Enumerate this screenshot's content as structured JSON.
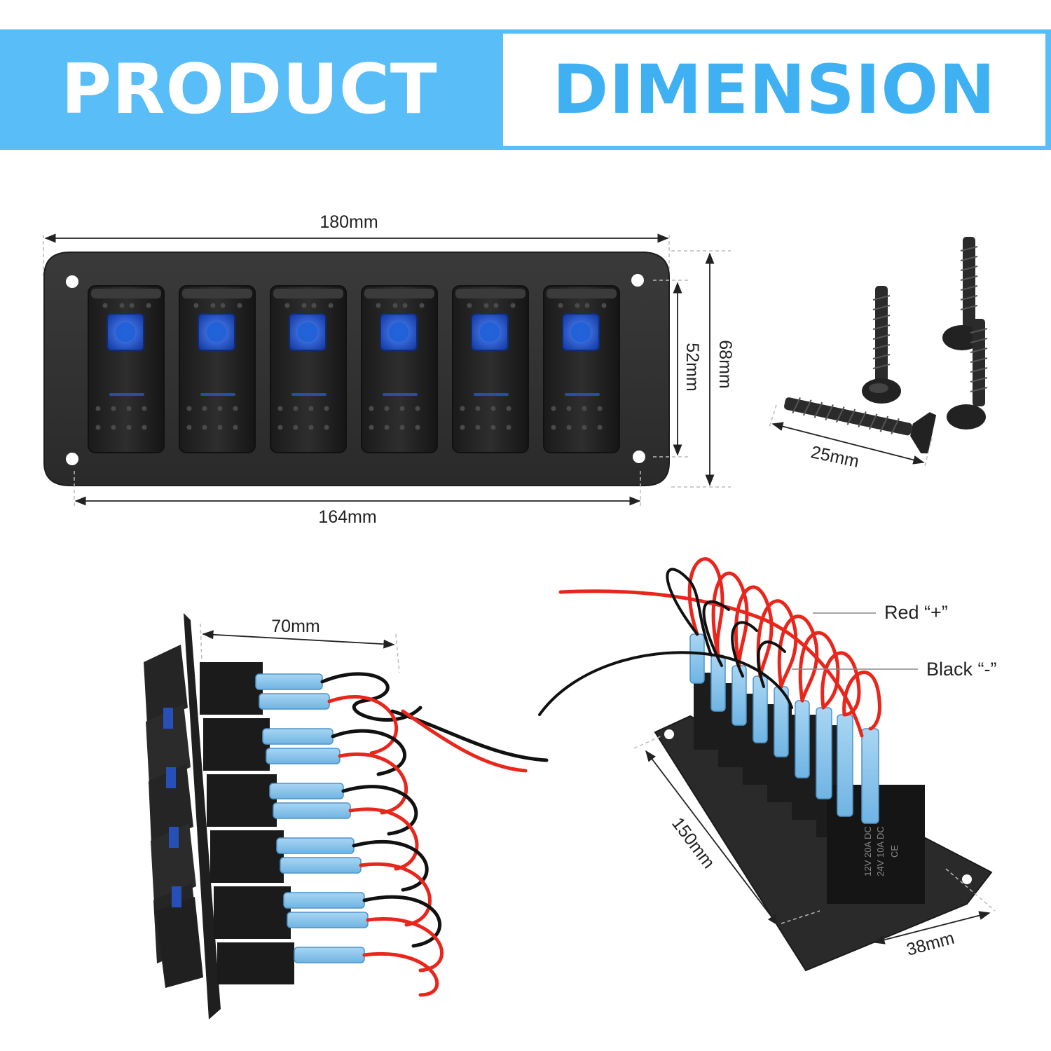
{
  "banner": {
    "left_text": "PRODUCT",
    "right_text": "DIMENSION",
    "accent_color": "#59bdf7",
    "text_accent_color": "#3fb1f2"
  },
  "front_view": {
    "width_label": "180mm",
    "hole_spacing_label": "164mm",
    "height_label": "68mm",
    "inner_height_label": "52mm",
    "switch_count": 6,
    "switch_led_color": "#1f5fd6"
  },
  "screws": {
    "length_label": "25mm"
  },
  "side_view": {
    "depth_label": "70mm"
  },
  "back_view": {
    "length_label": "150mm",
    "width_label": "38mm",
    "red_callout": "Red “+”",
    "black_callout": "Black “-”",
    "switch_rating_lines": [
      "12V 20A DC",
      "24V 10A DC"
    ],
    "ce_mark": "CE"
  }
}
